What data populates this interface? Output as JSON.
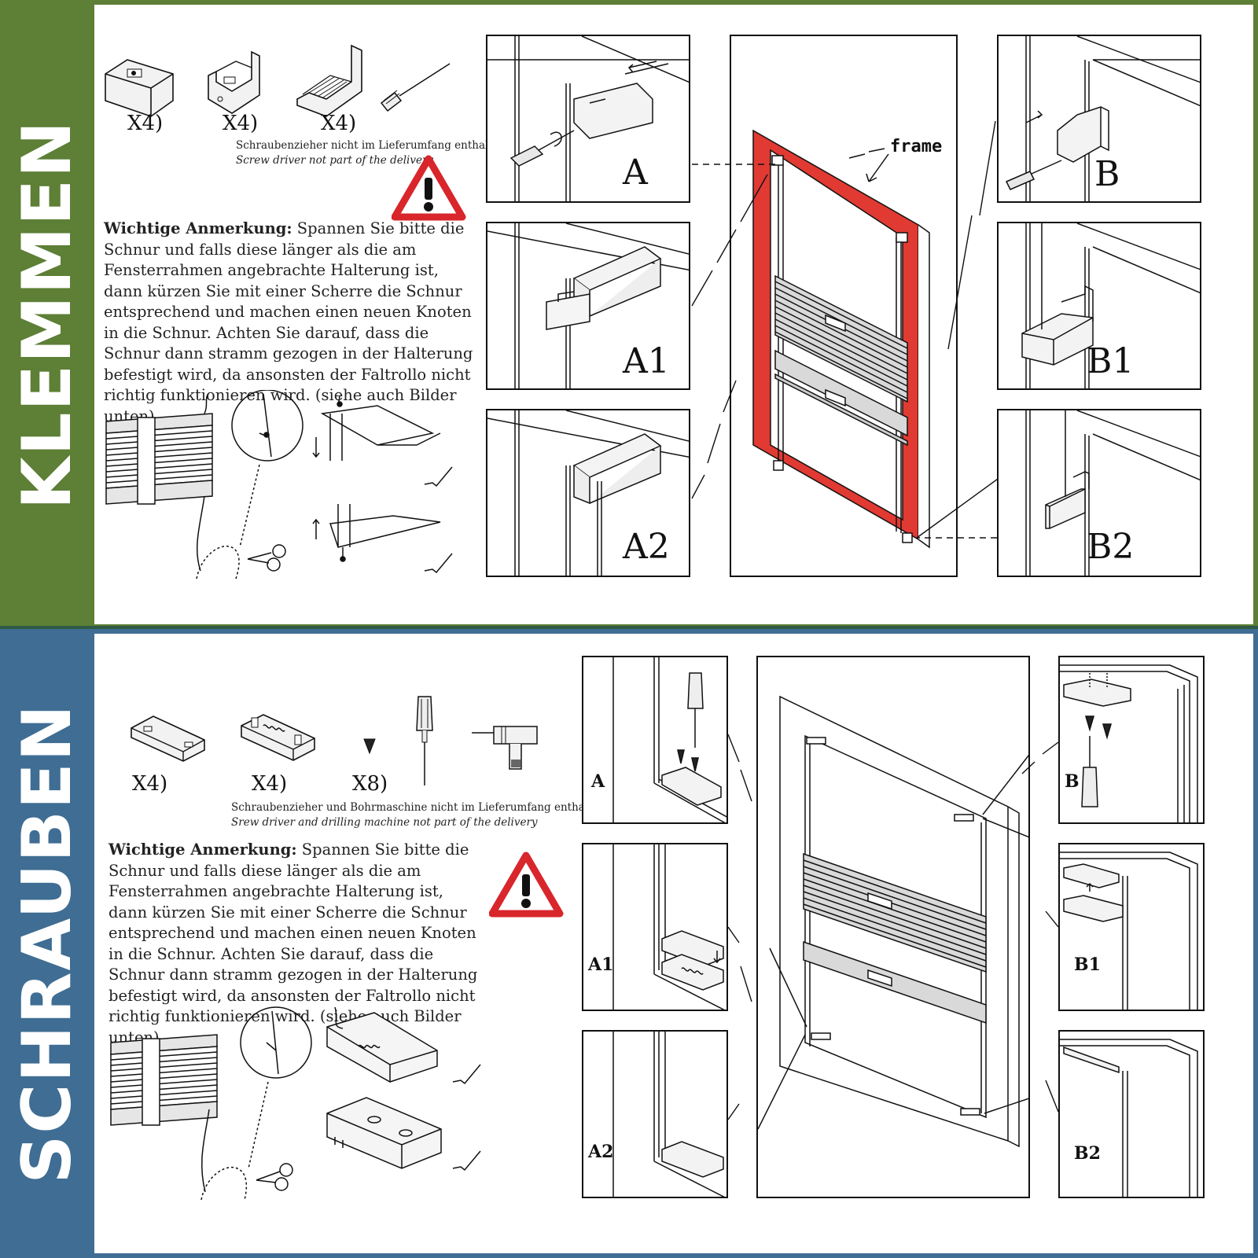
{
  "top": {
    "band_label": "KLEMMEN",
    "band_color": "#5d7f36",
    "parts": [
      "X4)",
      "X4)",
      "X4)"
    ],
    "note_de": "Schraubenzieher nicht im Lieferumfang enthalten",
    "note_en": "Screw driver not part of the delivery",
    "important_title": "Wichtige Anmerkung:",
    "important_text": " Spannen Sie bitte die Schnur und falls diese länger als die am Fensterrahmen angebrachte Halterung ist, dann kürzen Sie mit einer Scherre die Schnur entsprechend und machen einen neuen Knoten in die Schnur. Achten Sie darauf, dass die Schnur dann stramm gezogen in der Halterung befestigt wird, da ansonsten der Faltrollo nicht richtig funktionieren wird. (siehe auch Bilder unten).",
    "panels": [
      "A",
      "A1",
      "A2",
      "B",
      "B1",
      "B2"
    ],
    "frame_label": "frame",
    "frame_color": "#e03a33"
  },
  "bottom": {
    "band_label": "SCHRAUBEN",
    "band_color": "#3f6d93",
    "parts": [
      "X4)",
      "X4)",
      "X8)"
    ],
    "note_de": "Schraubenzieher und Bohrmaschine nicht im Lieferumfang enthalten",
    "note_en": "Srew driver and drilling machine not part of the delivery",
    "important_title": "Wichtige Anmerkung:",
    "important_text": " Spannen Sie bitte die Schnur und falls diese länger als die am Fensterrahmen angebrachte Halterung ist, dann kürzen Sie mit einer Scherre die Schnur entsprechend und machen einen neuen Knoten in die Schnur. Achten Sie darauf, dass die Schnur dann stramm gezogen in der Halterung befestigt wird, da ansonsten der Faltrollo nicht richtig funktionieren wird. (siehe auch Bilder unten).",
    "panels": [
      "A",
      "A1",
      "A2",
      "B",
      "B1",
      "B2"
    ]
  },
  "warning_color": "#d8262b"
}
